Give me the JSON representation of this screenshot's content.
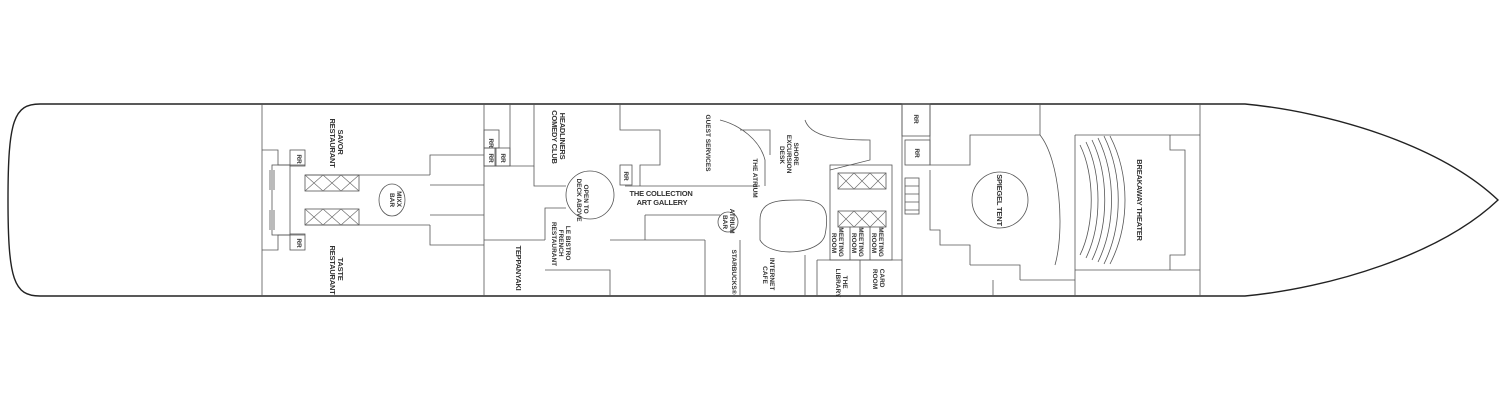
{
  "venues": {
    "savor": [
      "SAVOR",
      "RESTAURANT"
    ],
    "taste": [
      "TASTE",
      "RESTAURANT"
    ],
    "mixx_bar": [
      "MIXX",
      "BAR"
    ],
    "teppanyaki": "TEPPANYAKI",
    "headliners": [
      "HEADLINERS",
      "COMEDY CLUB"
    ],
    "open_to_deck": [
      "OPEN TO",
      "DECK ABOVE"
    ],
    "le_bistro": [
      "LE BISTRO",
      "FRENCH",
      "RESTAURANT"
    ],
    "collection": [
      "THE COLLECTION",
      "ART GALLERY"
    ],
    "guest_services": "GUEST SERVICES",
    "the_atrium": "THE ATRIUM",
    "atrium_bar": [
      "ATRIUM",
      "BAR"
    ],
    "starbucks": "STARBUCKS®",
    "shore_excursion": [
      "SHORE",
      "EXCURSION",
      "DESK"
    ],
    "internet_cafe": [
      "INTERNET",
      "CAFE"
    ],
    "the_library": [
      "THE",
      "LIBRARY"
    ],
    "meeting_room": [
      "MEETING",
      "ROOM"
    ],
    "card_room": [
      "CARD",
      "ROOM"
    ],
    "spiegel_tent": "SPIEGEL TENT",
    "breakaway_theater": "BREAKAWAY THEATER"
  },
  "restroom": "RR"
}
